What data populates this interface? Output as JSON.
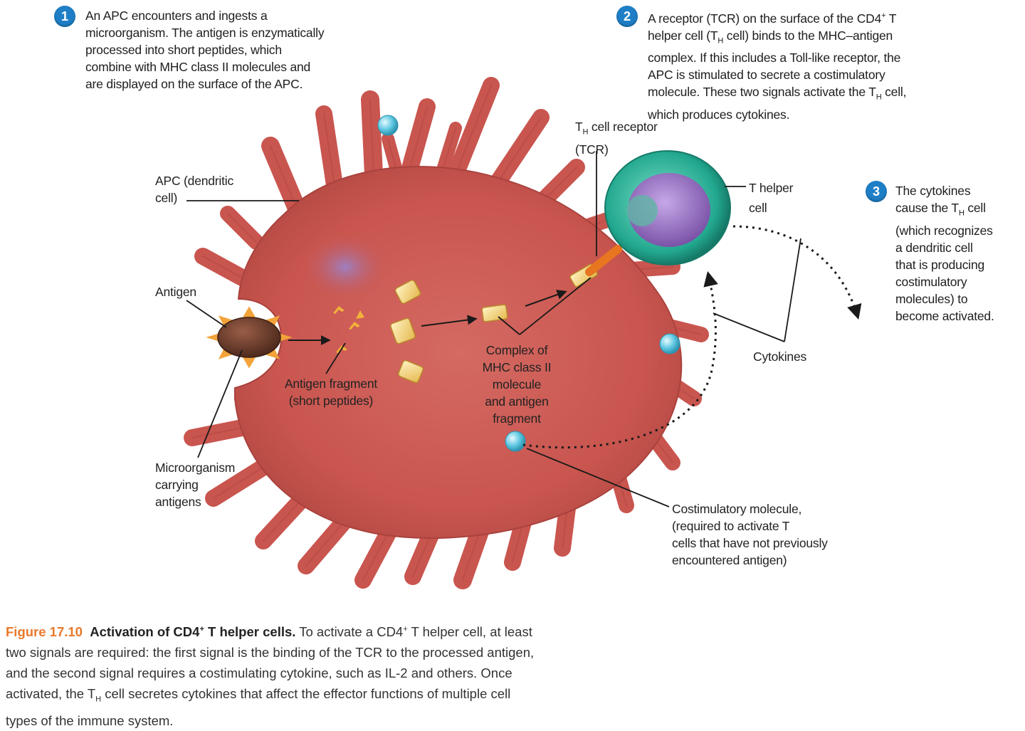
{
  "steps": [
    {
      "num": "1",
      "lines": [
        "An APC encounters and ingests a",
        "microorganism. The antigen is enzymatically",
        "processed into short peptides, which",
        "combine with MHC class II molecules and",
        "are displayed on the surface of the APC."
      ]
    },
    {
      "num": "2",
      "l1": "A receptor (TCR) on the surface of the CD4",
      "l1_sup": "+",
      "l1_end": " T",
      "l2_a": "helper cell (T",
      "l2_sub": "H",
      "l2_b": " cell) binds to the MHC–antigen",
      "l3": "complex. If this includes a Toll-like receptor, the",
      "l4": "APC is stimulated to secrete a costimulatory",
      "l5_a": "molecule. These two signals activate the T",
      "l5_sub": "H",
      "l5_b": " cell,",
      "l6": "which produces cytokines."
    },
    {
      "num": "3",
      "l1": "The cytokines",
      "l2_a": "cause the T",
      "l2_sub": "H",
      "l2_b": " cell",
      "l3": "(which recognizes",
      "l4": "a dendritic cell",
      "l5": "that is producing",
      "l6": "costimulatory",
      "l7": "molecules) to",
      "l8": "become activated."
    }
  ],
  "labels": {
    "apc": [
      "APC (dendritic",
      "cell)"
    ],
    "antigen": "Antigen",
    "microorganism": [
      "Microorganism",
      "carrying",
      "antigens"
    ],
    "fragment": [
      "Antigen fragment",
      "(short peptides)"
    ],
    "complex": [
      "Complex of",
      "MHC class II",
      "molecule",
      "and antigen",
      "fragment"
    ],
    "tcr_a": "T",
    "tcr_sub": "H",
    "tcr_b": " cell receptor",
    "tcr_2": "(TCR)",
    "thelper": [
      "T helper",
      "cell"
    ],
    "cytokines": "Cytokines",
    "costim": [
      "Costimulatory molecule,",
      "(required to activate T",
      "cells that have not previously",
      "encountered antigen)"
    ]
  },
  "caption": {
    "fig_num": "Figure 17.10",
    "fig_title": "Activation of CD4",
    "fig_title_sup": "+",
    "fig_title_end": " T helper cells.",
    "t1": " To activate a CD4",
    "t1_sup": "+",
    "t1_end": " T helper cell, at least",
    "l2": "two signals are required: the first signal is the binding of the TCR to the processed antigen,",
    "l3": "and the second signal requires a costimulating cytokine, such as IL-2 and others. Once",
    "l4_a": "activated, the T",
    "l4_sub": "H",
    "l4_b": " cell secretes cytokines that affect the effector functions of multiple cell",
    "l5": "types of the immune system."
  },
  "colors": {
    "apc": "#c9554f",
    "apc_dark": "#9e3a36",
    "nucleus": "#9a7fc0",
    "thelper_ring": "#22a88f",
    "thelper_nucleus": "#8e6bb8",
    "microbe": "#6b3a2a",
    "spike": "#f2a33a",
    "peptide": "#f3d67a",
    "costim": "#5cc6e0",
    "tcr": "#e8751f",
    "badge": "#1f7fc6",
    "caption_accent": "#e8792b"
  }
}
